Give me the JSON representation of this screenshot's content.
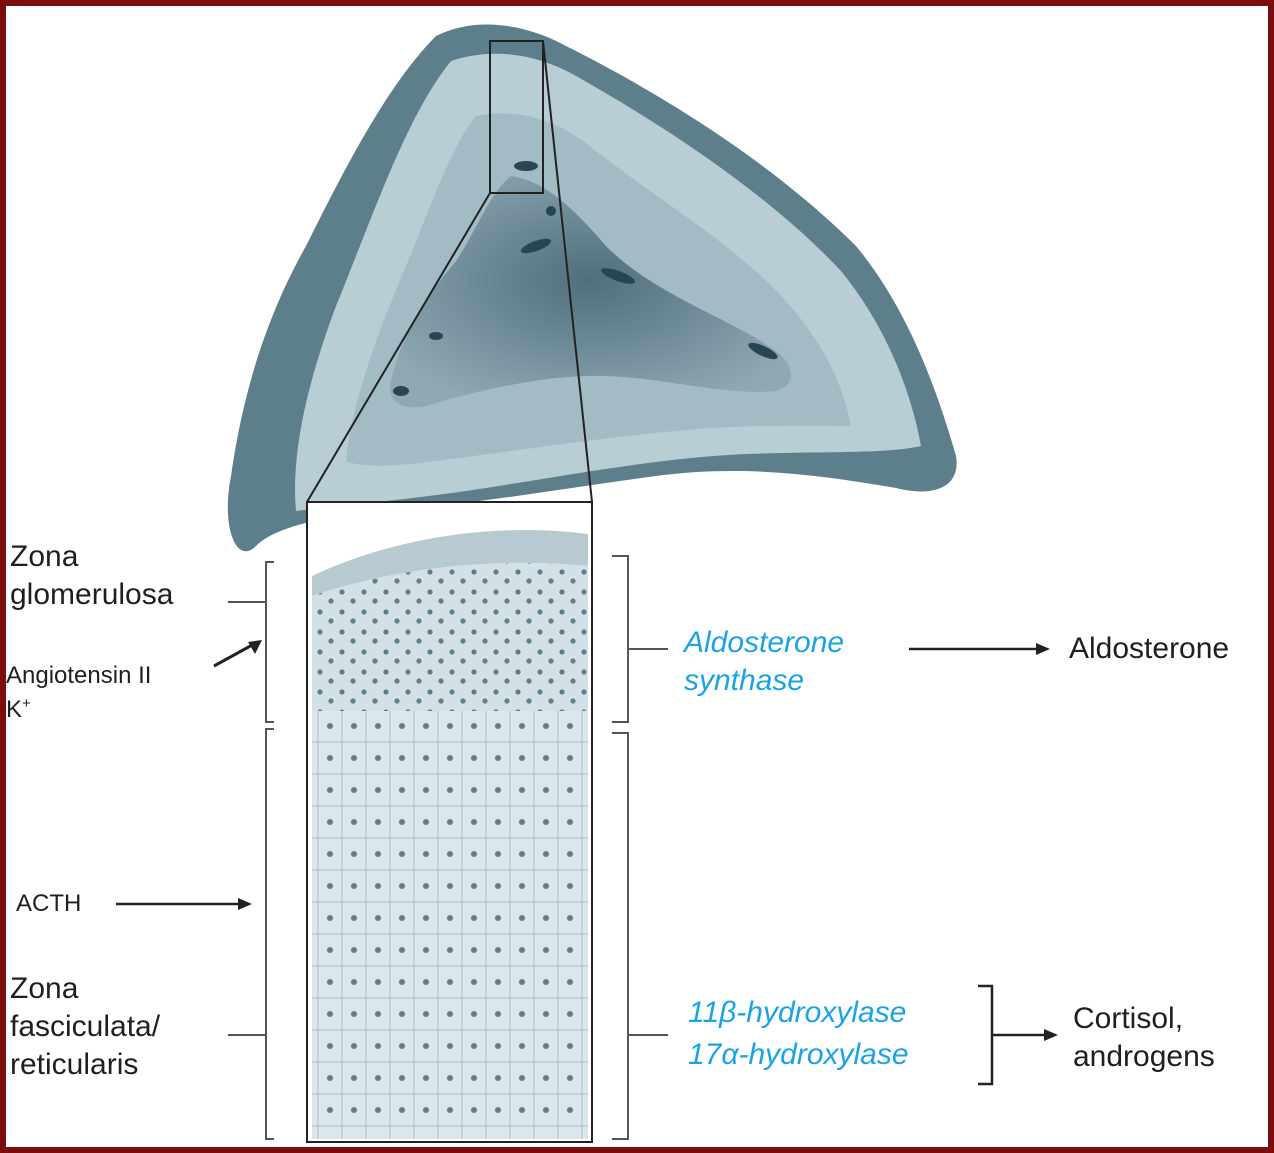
{
  "labels": {
    "zona_glomerulosa": [
      "Zona",
      "glomerulosa"
    ],
    "angiotensin": "Angiotensin II",
    "potassium": "K",
    "potassium_sup": "+",
    "acth": "ACTH",
    "zona_fasciculata": [
      "Zona",
      "fasciculata/",
      "reticularis"
    ],
    "aldosterone_synthase": [
      "Aldosterone",
      "synthase"
    ],
    "aldosterone": "Aldosterone",
    "hydroxylase_11": "11β-hydroxylase",
    "hydroxylase_17": "17α-hydroxylase",
    "cortisol": [
      "Cortisol,",
      "androgens"
    ]
  },
  "colors": {
    "enzyme_text": "#1aa3e6",
    "border": "#7a0d0d",
    "tissue_light": "#c7d8df",
    "tissue_dark": "#5d7f8c"
  }
}
